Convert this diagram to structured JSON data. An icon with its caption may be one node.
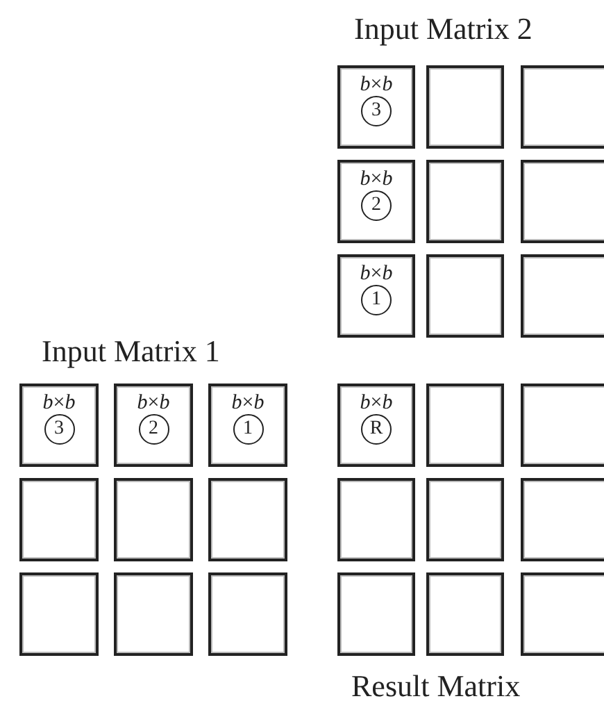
{
  "diagram": {
    "nodes": [
      {
        "text": [
          "*b*×*b*",
          "3"
        ]
      },
      {
        "text": [],
        "shape": "box"
      },
      {
        "text": [],
        "shape": "box"
      },
      {
        "text": [
          "*b*×*b*",
          "2"
        ]
      },
      {
        "text": [],
        "shape": "box"
      },
      {
        "text": [],
        "shape": "box"
      },
      {
        "text": [
          "*b*×*b*",
          "1"
        ]
      },
      {
        "text": [],
        "shape": "box"
      },
      {
        "text": [],
        "shape": "box"
      },
      {
        "text": [
          "*b*×*b*",
          "3"
        ]
      },
      {
        "text": [
          "*b*×*b*",
          "2"
        ]
      },
      {
        "text": [
          "*b*×*b*",
          "1"
        ]
      },
      {
        "text": [],
        "shape": "box"
      },
      {
        "text": [],
        "shape": "box"
      },
      {
        "text": [],
        "shape": "box"
      },
      {
        "text": [],
        "shape": "box"
      },
      {
        "text": [],
        "shape": "box"
      },
      {
        "text": [],
        "shape": "box"
      },
      {
        "text": [
          "*b*×*b*",
          "R"
        ]
      },
      {
        "text": [],
        "shape": "box"
      },
      {
        "text": [],
        "shape": "box"
      },
      {
        "text": [],
        "shape": "box"
      },
      {
        "text": [],
        "shape": "box"
      },
      {
        "text": [],
        "shape": "box"
      },
      {
        "text": [],
        "shape": "box"
      },
      {
        "text": [],
        "shape": "box"
      },
      {
        "text": [],
        "shape": "box"
      }
    ],
    "labels": [
      "Input Matrix 2",
      "Input Matrix 1",
      "Result Matrix"
    ]
  }
}
